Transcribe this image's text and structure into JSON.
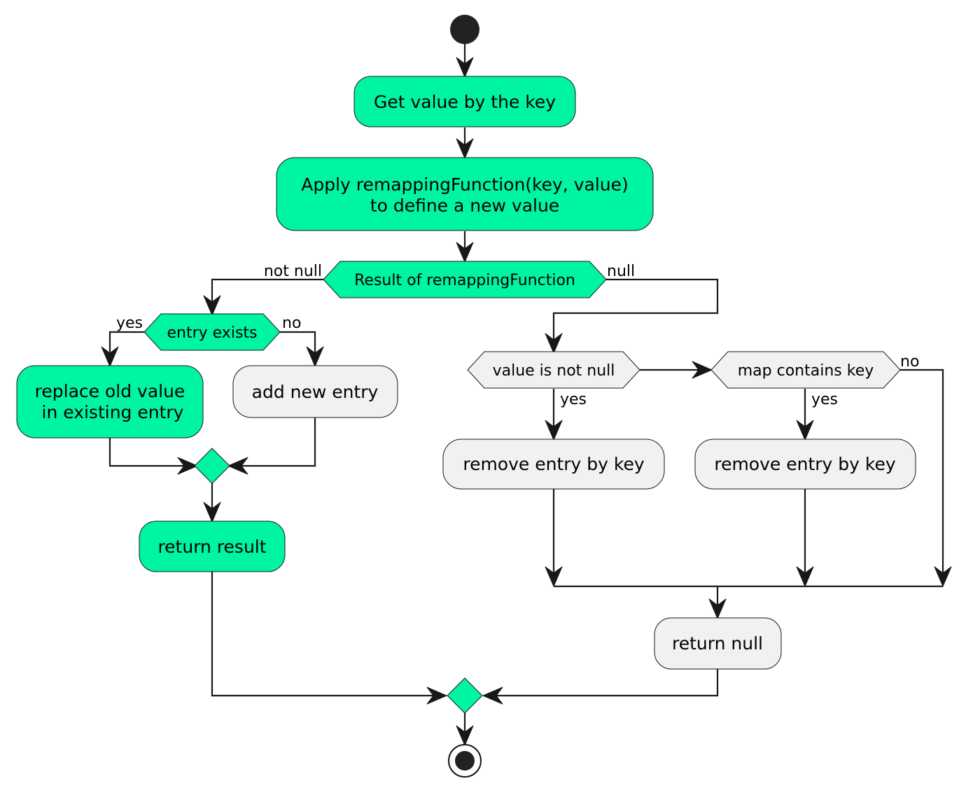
{
  "nodes": {
    "get_value": "Get value by the key",
    "apply_line1": "Apply remappingFunction(key, value)",
    "apply_line2": "to define a new value",
    "result_decision": "Result of remappingFunction",
    "entry_exists": "entry exists",
    "replace_line1": "replace old value",
    "replace_line2": "in existing entry",
    "add_new_entry": "add new entry",
    "return_result": "return result",
    "value_not_null": "value is not null",
    "map_contains_key": "map contains key",
    "remove_entry_1": "remove entry by key",
    "remove_entry_2": "remove entry by key",
    "return_null": "return null"
  },
  "labels": {
    "not_null": "not null",
    "null": "null",
    "entry_yes": "yes",
    "entry_no": "no",
    "value_yes": "yes",
    "map_yes": "yes",
    "map_no": "no"
  },
  "colors": {
    "active": "#00F5A0",
    "neutral": "#F1F1F1",
    "line": "#181818"
  }
}
